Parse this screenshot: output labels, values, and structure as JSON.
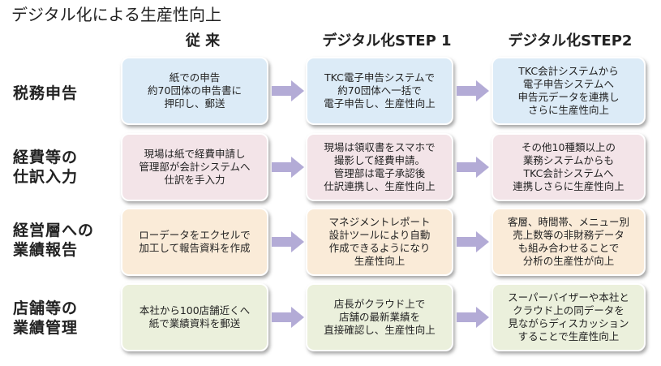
{
  "title": "デジタル化による生産性向上",
  "columns": [
    "従 来",
    "デジタル化STEP 1",
    "デジタル化STEP2"
  ],
  "rows": [
    {
      "label": [
        "税務申告"
      ],
      "color": "#dcebf7",
      "cells": [
        [
          "紙での申告",
          "約70団体の申告書に",
          "押印し、郵送"
        ],
        [
          "TKC電子申告システムで",
          "約70団体へ一括で",
          "電子申告し、生産性向上"
        ],
        [
          "TKC会計システムから",
          "電子申告システムへ",
          "申告元データを連携し",
          "さらに生産性向上"
        ]
      ]
    },
    {
      "label": [
        "経費等の",
        "仕訳入力"
      ],
      "color": "#f3e4e8",
      "cells": [
        [
          "現場は紙で経費申請し",
          "管理部が会計システムへ",
          "仕訳を手入力"
        ],
        [
          "現場は領収書をスマホで",
          "撮影して経費申請。",
          "管理部は電子承認後",
          "仕訳連携し、生産性向上"
        ],
        [
          "その他10種類以上の",
          "業務システムからも",
          "TKC会計システムへ",
          "連携しさらに生産性向上"
        ]
      ]
    },
    {
      "label": [
        "経営層への",
        "業績報告"
      ],
      "color": "#faebd8",
      "cells": [
        [
          "ローデータをエクセルで",
          "加工して報告資料を作成"
        ],
        [
          "マネジメントレポート",
          "設計ツールにより自動",
          "作成できるようになり",
          "生産性向上"
        ],
        [
          "客層、時間帯、メニュー別",
          "売上数等の非財務データ",
          "も組み合わせることで",
          "分析の生産性が向上"
        ]
      ]
    },
    {
      "label": [
        "店舗等の",
        "業績管理"
      ],
      "color": "#ebf0dc",
      "cells": [
        [
          "本社から100店舗近くへ",
          "紙で業績資料を郵送"
        ],
        [
          "店長がクラウド上で",
          "店舗の最新業績を",
          "直接確認し、生産性向上"
        ],
        [
          "スーパーバイザーや本社と",
          "クラウド上の同データを",
          "見ながらディスカッション",
          "することで生産性向上"
        ]
      ]
    }
  ],
  "colors": {
    "arrow": "#b3abd6"
  }
}
